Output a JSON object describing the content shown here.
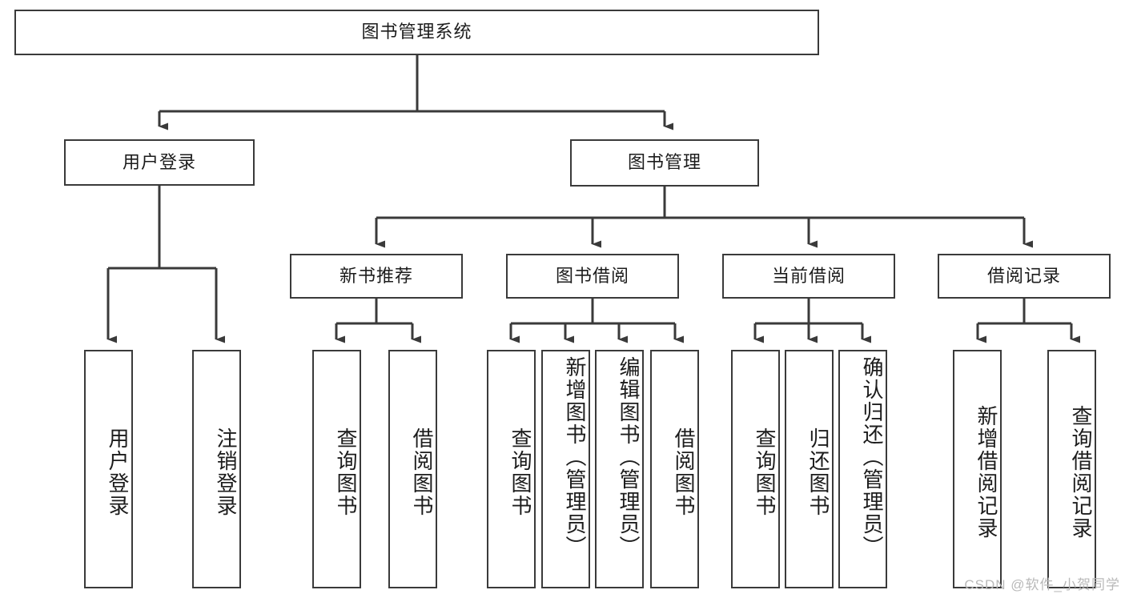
{
  "diagram": {
    "type": "tree-hierarchy-chart",
    "title": "图书管理系统",
    "watermark": "CSDN @软件_小贺同学",
    "colors": {
      "box_border": "#3a3a3a",
      "box_fill": "#ffffff",
      "connector": "#3a3a3a",
      "text": "#1c1c1c",
      "watermark": "#b9b9b9"
    },
    "nodes": {
      "root": {
        "label": "图书管理系统",
        "level": 0,
        "orientation": "horizontal"
      },
      "l1": [
        {
          "id": "user-login",
          "label": "用户登录",
          "orientation": "horizontal"
        },
        {
          "id": "book-manage",
          "label": "图书管理",
          "orientation": "horizontal"
        }
      ],
      "l2": [
        {
          "id": "new-book-rec",
          "label": "新书推荐",
          "orientation": "horizontal",
          "parent": "book-manage"
        },
        {
          "id": "book-borrow",
          "label": "图书借阅",
          "orientation": "horizontal",
          "parent": "book-manage"
        },
        {
          "id": "current-borrow",
          "label": "当前借阅",
          "orientation": "horizontal",
          "parent": "book-manage"
        },
        {
          "id": "borrow-record",
          "label": "借阅记录",
          "orientation": "horizontal",
          "parent": "book-manage"
        }
      ],
      "leaves": [
        {
          "id": "leaf-user-login",
          "label": "用户登录",
          "parent": "user-login"
        },
        {
          "id": "leaf-logout-login",
          "label": "注销登录",
          "parent": "user-login"
        },
        {
          "id": "leaf-query-book-1",
          "label": "查询图书",
          "parent": "new-book-rec"
        },
        {
          "id": "leaf-borrow-book-1",
          "label": "借阅图书",
          "parent": "new-book-rec"
        },
        {
          "id": "leaf-query-book-2",
          "label": "查询图书",
          "parent": "book-borrow"
        },
        {
          "id": "leaf-add-book",
          "label": "新增图书（管理员）",
          "parent": "book-borrow"
        },
        {
          "id": "leaf-edit-book",
          "label": "编辑图书（管理员）",
          "parent": "book-borrow"
        },
        {
          "id": "leaf-borrow-book-2",
          "label": "借阅图书",
          "parent": "book-borrow"
        },
        {
          "id": "leaf-query-book-3",
          "label": "查询图书",
          "parent": "current-borrow"
        },
        {
          "id": "leaf-return-book",
          "label": "归还图书",
          "parent": "current-borrow"
        },
        {
          "id": "leaf-confirm-return",
          "label": "确认归还（管理员）",
          "parent": "current-borrow"
        },
        {
          "id": "leaf-add-record",
          "label": "新增借阅记录",
          "parent": "borrow-record"
        },
        {
          "id": "leaf-query-record",
          "label": "查询借阅记录",
          "parent": "borrow-record"
        }
      ]
    }
  }
}
